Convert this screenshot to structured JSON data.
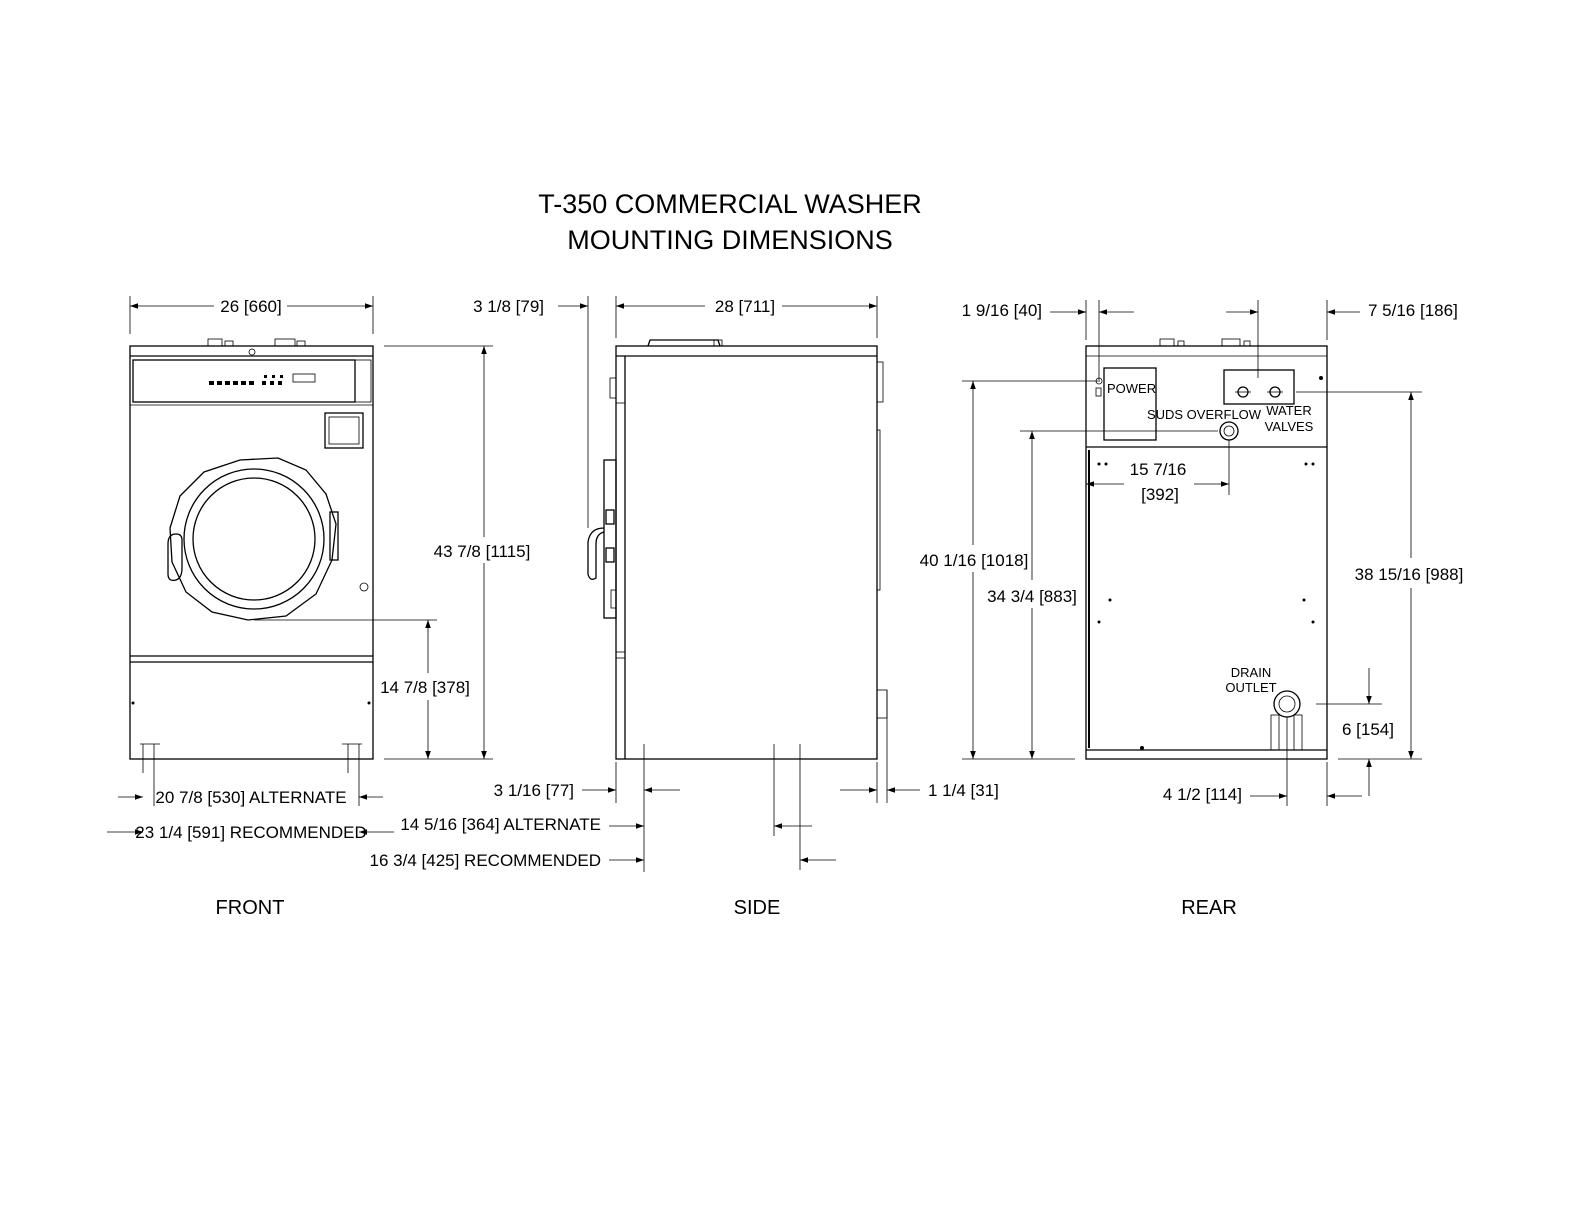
{
  "title": {
    "line1": "T-350 COMMERCIAL WASHER",
    "line2": "MOUNTING DIMENSIONS"
  },
  "views": {
    "front": "FRONT",
    "side": "SIDE",
    "rear": "REAR"
  },
  "front_dims": {
    "width": "26 [660]",
    "height": "43 7/8 [1115]",
    "door_center": "14 7/8 [378]",
    "alternate": "20 7/8 [530] ALTERNATE",
    "recommended": "23 1/4 [591] RECOMMENDED"
  },
  "side_dims": {
    "top_offset": "3 1/8 [79]",
    "depth": "28 [711]",
    "bottom_left": "3 1/16 [77]",
    "bottom_right": "1 1/4 [31]",
    "alternate": "14 5/16 [364] ALTERNATE",
    "recommended": "16 3/4 [425] RECOMMENDED"
  },
  "rear_dims": {
    "left_offset": "1 9/16 [40]",
    "right_offset": "7 5/16 [186]",
    "power_height": "40 1/16 [1018]",
    "suds_height": "34 3/4 [883]",
    "water_height": "38 15/16 [988]",
    "suds_horizontal_1": "15 7/16",
    "suds_horizontal_2": "[392]",
    "drain_height": "6 [154]",
    "drain_offset": "4 1/2 [114]"
  },
  "rear_labels": {
    "power": "POWER",
    "suds": "SUDS OVERFLOW",
    "water_1": "WATER",
    "water_2": "VALVES",
    "drain_1": "DRAIN",
    "drain_2": "OUTLET"
  }
}
